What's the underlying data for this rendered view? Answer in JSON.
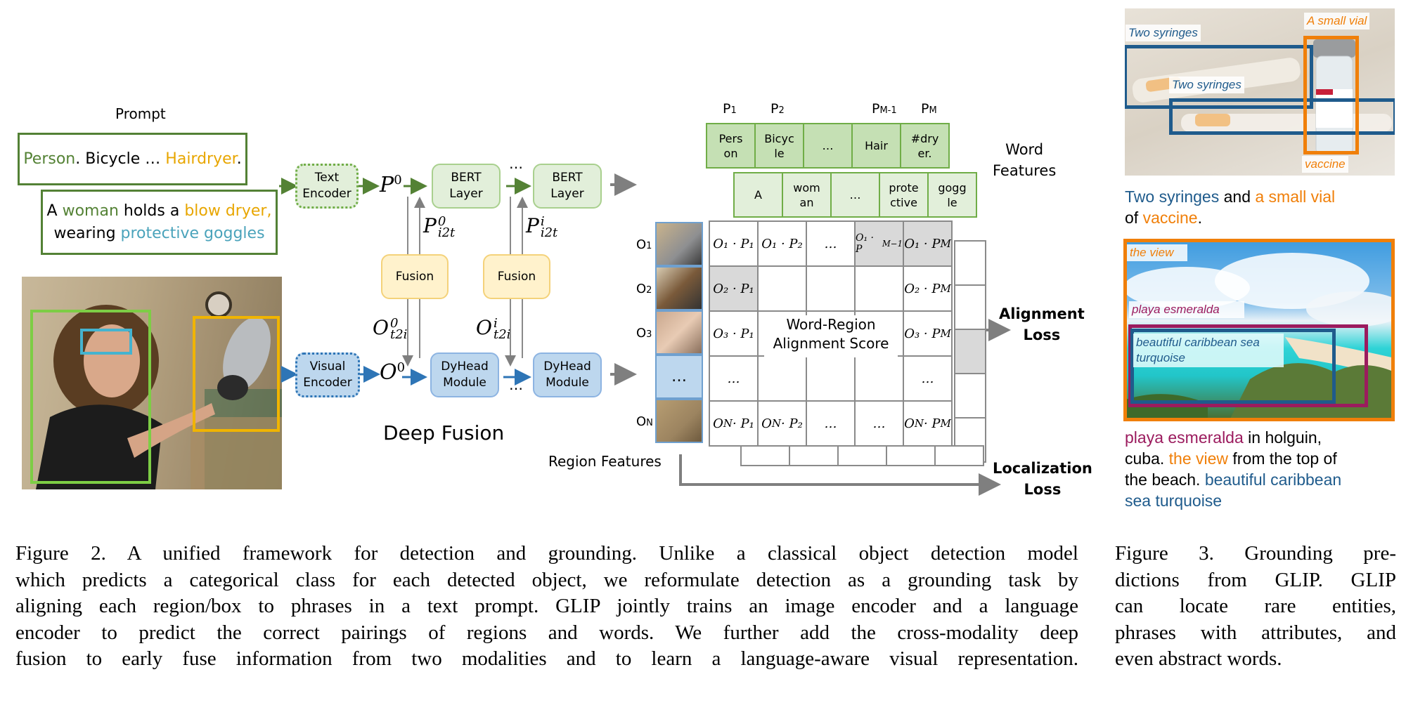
{
  "figure2": {
    "prompt_title": "Prompt",
    "prompt1": {
      "parts": [
        {
          "text": "Person",
          "color": "green"
        },
        {
          "text": ". Bicycle … ",
          "color": "black"
        },
        {
          "text": "Hairdryer",
          "color": "yellow"
        },
        {
          "text": ".",
          "color": "black"
        }
      ]
    },
    "prompt2": {
      "line1": [
        {
          "text": "A ",
          "color": "black"
        },
        {
          "text": "woman",
          "color": "green"
        },
        {
          "text": " holds a ",
          "color": "black"
        },
        {
          "text": "blow dryer,",
          "color": "yellow"
        }
      ],
      "line2": [
        {
          "text": "wearing ",
          "color": "black"
        },
        {
          "text": "protective goggles",
          "color": "cyan"
        }
      ]
    },
    "text_encoder": {
      "line1": "Text",
      "line2": "Encoder"
    },
    "visual_encoder": {
      "line1": "Visual",
      "line2": "Encoder"
    },
    "p0": "P",
    "p0_sup": "0",
    "o0": "O",
    "o0_sup": "0",
    "bert1": {
      "line1": "BERT",
      "line2": "Layer"
    },
    "bert2": {
      "line1": "BERT",
      "line2": "Layer"
    },
    "dyhead1": {
      "line1": "DyHead",
      "line2": "Module"
    },
    "dyhead2": {
      "line1": "DyHead",
      "line2": "Module"
    },
    "fusion1": "Fusion",
    "fusion2": "Fusion",
    "ellipsis": "…",
    "p_i2t_0": {
      "base": "P",
      "sup": "0",
      "sub": "i2t"
    },
    "p_i2t_i": {
      "base": "P",
      "sup": "i",
      "sub": "i2t"
    },
    "o_t2i_0": {
      "base": "O",
      "sup": "0",
      "sub": "t2i"
    },
    "o_t2i_i": {
      "base": "O",
      "sup": "i",
      "sub": "t2i"
    },
    "deep_fusion": "Deep Fusion",
    "region_features": "Region Features",
    "word_features": {
      "line1": "Word",
      "line2": "Features"
    },
    "p_labels": [
      {
        "base": "P",
        "sub": "1"
      },
      {
        "base": "P",
        "sub": "2"
      },
      {
        "base": "P",
        "sub": "M-1"
      },
      {
        "base": "P",
        "sub": "M"
      }
    ],
    "word_row1": [
      {
        "l1": "Pers",
        "l2": "on"
      },
      {
        "l1": "Bicyc",
        "l2": "le"
      },
      {
        "l1": "…",
        "l2": ""
      },
      {
        "l1": "Hair",
        "l2": ""
      },
      {
        "l1": "#dry",
        "l2": "er."
      }
    ],
    "word_row2": [
      {
        "l1": "A",
        "l2": ""
      },
      {
        "l1": "wom",
        "l2": "an"
      },
      {
        "l1": "…",
        "l2": ""
      },
      {
        "l1": "prote",
        "l2": "ctive"
      },
      {
        "l1": "gogg",
        "l2": "le"
      }
    ],
    "o_labels": [
      {
        "base": "O",
        "sub": "1"
      },
      {
        "base": "O",
        "sub": "2"
      },
      {
        "base": "O",
        "sub": "3"
      },
      {
        "base": "",
        "sub": ""
      },
      {
        "base": "O",
        "sub": "N"
      }
    ],
    "region_ellipsis": "…",
    "matrix": [
      [
        {
          "t": "O₁ · P₁",
          "g": false
        },
        {
          "t": "O₁ · P₂",
          "g": false
        },
        {
          "t": "…",
          "g": false
        },
        {
          "t": "O₁ · P_{M−1}",
          "g": true
        },
        {
          "t": "O₁ · P_M",
          "g": true
        }
      ],
      [
        {
          "t": "O₂ · P₁",
          "g": true
        },
        {
          "t": "",
          "g": false
        },
        {
          "t": "",
          "g": false
        },
        {
          "t": "",
          "g": false
        },
        {
          "t": "O₂ · P_M",
          "g": false
        }
      ],
      [
        {
          "t": "O₃ · P₁",
          "g": false
        },
        {
          "t": "",
          "g": false
        },
        {
          "t": "",
          "g": false
        },
        {
          "t": "",
          "g": false
        },
        {
          "t": "O₃ · P_M",
          "g": false
        }
      ],
      [
        {
          "t": "…",
          "g": false
        },
        {
          "t": "",
          "g": false
        },
        {
          "t": "",
          "g": false
        },
        {
          "t": "",
          "g": false
        },
        {
          "t": "…",
          "g": false
        }
      ],
      [
        {
          "t": "O_N · P₁",
          "g": false
        },
        {
          "t": "O_N · P₂",
          "g": false
        },
        {
          "t": "…",
          "g": false
        },
        {
          "t": "…",
          "g": false
        },
        {
          "t": "O_N · P_M",
          "g": false
        }
      ]
    ],
    "matrix_overlay": {
      "line1": "Word-Region",
      "line2": "Alignment Score"
    },
    "alignment_loss": {
      "line1": "Alignment",
      "line2": "Loss"
    },
    "localization_loss": {
      "line1": "Localization",
      "line2": "Loss"
    },
    "caption_lines": [
      "Figure 2.  A unified framework for detection and grounding.  Unlike a classical object detection model",
      "which predicts a categorical class for each detected object, we reformulate detection as a grounding task by",
      "aligning each region/box to phrases in a text prompt. GLIP jointly trains an image encoder and a language",
      "encoder to predict the correct pairings of regions and words.  We further add the cross-modality deep",
      "fusion to early fuse information from two modalities and to learn a language-aware visual representation."
    ]
  },
  "figure3": {
    "img1_tags": {
      "two_syringes_a": "Two syringes",
      "two_syringes_b": "Two syringes",
      "small_vial": "A small vial",
      "vaccine": "vaccine"
    },
    "img1_caption": {
      "line1": [
        {
          "text": "Two syringes",
          "color": "blue"
        },
        {
          "text": " and ",
          "color": "black"
        },
        {
          "text": "a small vial",
          "color": "orange"
        }
      ],
      "line2": [
        {
          "text": "of ",
          "color": "black"
        },
        {
          "text": "vaccine",
          "color": "orange"
        },
        {
          "text": ".",
          "color": "black"
        }
      ]
    },
    "img2_tags": {
      "the_view": "the view",
      "playa": "playa esmeralda",
      "sea_l1": "beautiful caribbean sea",
      "sea_l2": "turquoise"
    },
    "img2_caption": {
      "line1": [
        {
          "text": "playa esmeralda",
          "color": "purple"
        },
        {
          "text": " in holguin,",
          "color": "black"
        }
      ],
      "line2": [
        {
          "text": "cuba. ",
          "color": "black"
        },
        {
          "text": "the view",
          "color": "orange"
        },
        {
          "text": " from the top of",
          "color": "black"
        }
      ],
      "line3": [
        {
          "text": "the beach. ",
          "color": "black"
        },
        {
          "text": "beautiful caribbean",
          "color": "blue"
        }
      ],
      "line4": [
        {
          "text": "sea turquoise",
          "color": "blue"
        }
      ]
    },
    "caption_lines": [
      "Figure 3.   Grounding pre-",
      "dictions from GLIP. GLIP",
      "can   locate   rare   entities,",
      "phrases with attributes, and",
      "even abstract words."
    ]
  },
  "colors": {
    "green": "#548235",
    "yellow": "#e8a600",
    "cyan": "#4aa3bb",
    "black": "#000000",
    "blue": "#1f5b8c",
    "orange": "#f07f09",
    "purple": "#9b1b5e",
    "arrow_green": "#548235",
    "arrow_blue": "#2e75b6",
    "arrow_gray": "#7f7f7f"
  }
}
